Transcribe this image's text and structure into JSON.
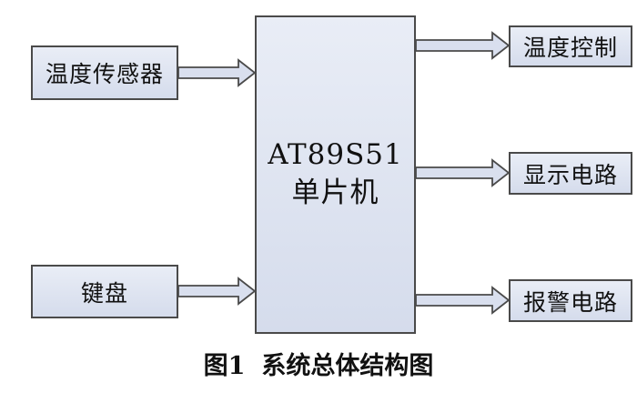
{
  "inputs": {
    "temp_sensor": "温度传感器",
    "keyboard": "键盘"
  },
  "mcu": {
    "model": "AT89S51",
    "label": "单片机"
  },
  "outputs": {
    "temp_control": "温度控制",
    "display_circuit": "显示电路",
    "alarm_circuit": "报警电路"
  },
  "caption": {
    "number": "图1",
    "title": "系统总体结构图"
  },
  "colors": {
    "block_fill_top": "#e9edf6",
    "block_fill_bottom": "#d5dcec",
    "border": "#4a4a4a"
  }
}
